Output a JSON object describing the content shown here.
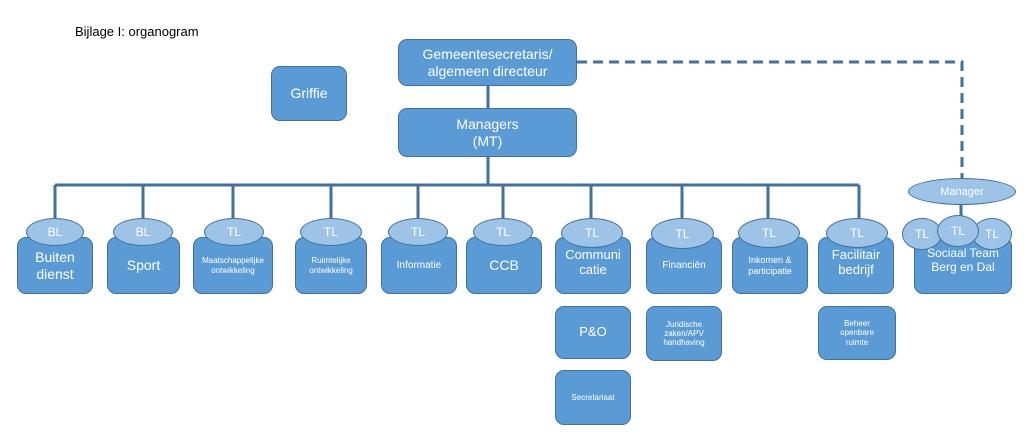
{
  "title": "Bijlage I: organogram",
  "boxes": {
    "director": "Gemeentesecretaris/\nalgemeen directeur",
    "griffie": "Griffie",
    "managers": "Managers\n(MT)",
    "buitendienst": "Buiten\ndienst",
    "sport": "Sport",
    "maatschappelijk": "Maatschappelijke\nontwikkeling",
    "ruimtelijk": "Ruimtelijke\nontwikkeling",
    "informatie": "Informatie",
    "ccb": "CCB",
    "communicatie": "Communi\ncatie",
    "financien": "Financiën",
    "inkomen": "Inkomen &\nparticipatie",
    "facilitair": "Facilitair\nbedrijf",
    "sociaal_team": "Sociaal Team\nBerg en Dal",
    "po": "P&O",
    "secretariaat": "Secretariaat",
    "juridische": "Juridische\nzaken/APV\nhandhaving",
    "beheer": "Beheer\nopenbare\nruimte"
  },
  "badges": {
    "bl": "BL",
    "tl": "TL",
    "manager": "Manager"
  },
  "colors": {
    "box_fill": "#5b9bd5",
    "box_border": "#41719c",
    "badge_fill": "#9dc3e6",
    "line": "#41719c"
  }
}
